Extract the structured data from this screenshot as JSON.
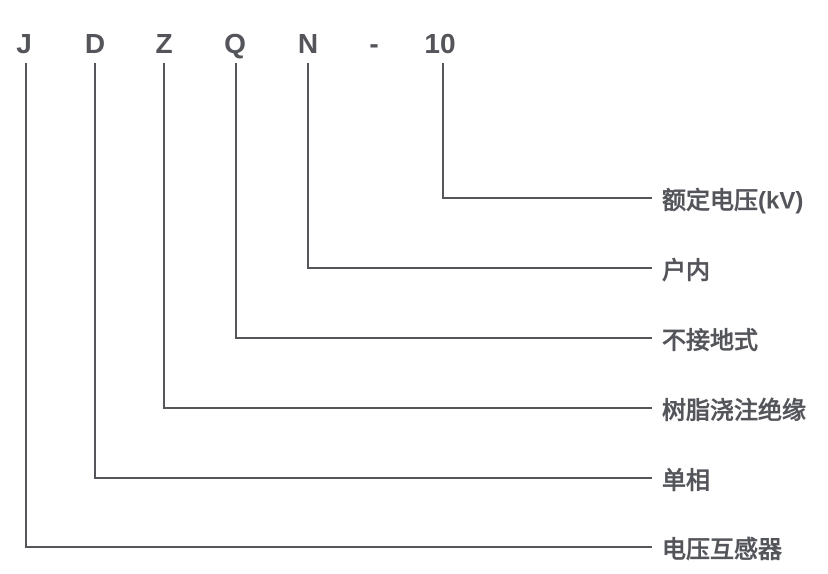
{
  "code": {
    "chars": [
      "J",
      "D",
      "Z",
      "Q",
      "N",
      "-",
      "10"
    ]
  },
  "callouts": [
    {
      "symbol": "10",
      "label": "额定电压(kV)"
    },
    {
      "symbol": "N",
      "label": "户内"
    },
    {
      "symbol": "Q",
      "label": "不接地式"
    },
    {
      "symbol": "Z",
      "label": "树脂浇注绝缘"
    },
    {
      "symbol": "D",
      "label": "单相"
    },
    {
      "symbol": "J",
      "label": "电压互感器"
    }
  ],
  "colors": {
    "line": "#55565A",
    "text": "#54555A",
    "background": "#FFFFFF"
  }
}
